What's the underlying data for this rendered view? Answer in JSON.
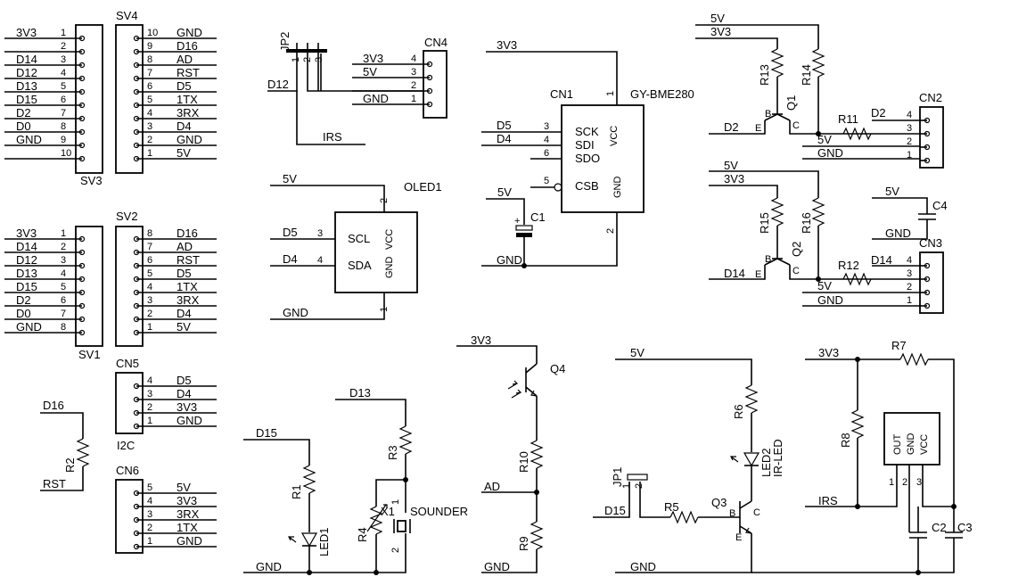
{
  "nets": {
    "v33": "3V3",
    "v5": "5V",
    "gnd": "GND",
    "rst": "RST",
    "ad": "AD",
    "irs": "IRS",
    "d0": "D0",
    "d2": "D2",
    "d4": "D4",
    "d5": "D5",
    "d12": "D12",
    "d13": "D13",
    "d14": "D14",
    "d15": "D15",
    "d16": "D16",
    "tx": "1TX",
    "rx": "3RX"
  },
  "sv3": {
    "name": "SV3",
    "pins": [
      "1",
      "2",
      "3",
      "4",
      "5",
      "6",
      "7",
      "8",
      "9",
      "10"
    ],
    "nets": [
      "3V3",
      "",
      "D14",
      "D12",
      "D13",
      "D15",
      "D2",
      "D0",
      "GND",
      ""
    ]
  },
  "sv4": {
    "name": "SV4",
    "pins": [
      "10",
      "9",
      "8",
      "7",
      "6",
      "5",
      "4",
      "3",
      "2",
      "1"
    ],
    "nets": [
      "GND",
      "D16",
      "AD",
      "RST",
      "D5",
      "1TX",
      "3RX",
      "D4",
      "GND",
      "5V"
    ]
  },
  "sv1": {
    "name": "SV1",
    "pins": [
      "1",
      "2",
      "3",
      "4",
      "5",
      "6",
      "7",
      "8"
    ],
    "nets": [
      "3V3",
      "D14",
      "D12",
      "D13",
      "D15",
      "D2",
      "D0",
      "GND"
    ]
  },
  "sv2": {
    "name": "SV2",
    "pins": [
      "8",
      "7",
      "6",
      "5",
      "4",
      "3",
      "2",
      "1"
    ],
    "nets": [
      "D16",
      "AD",
      "RST",
      "D5",
      "1TX",
      "3RX",
      "D4",
      "5V"
    ]
  },
  "cn5": {
    "name": "CN5",
    "sub": "I2C",
    "pins": [
      "4",
      "3",
      "2",
      "1"
    ],
    "nets": [
      "D5",
      "D4",
      "3V3",
      "GND"
    ]
  },
  "cn6": {
    "name": "CN6",
    "pins": [
      "5",
      "4",
      "3",
      "2",
      "1"
    ],
    "nets": [
      "5V",
      "3V3",
      "3RX",
      "1TX",
      "GND"
    ]
  },
  "cn4": {
    "name": "CN4",
    "pins": [
      "4",
      "3",
      "2",
      "1"
    ],
    "nets": [
      "3V3",
      "5V",
      "",
      "GND"
    ]
  },
  "jp2": {
    "name": "JP2",
    "pins": [
      "1",
      "2",
      "3"
    ]
  },
  "cn1": {
    "name": "CN1",
    "part": "GY-BME280",
    "left": [
      {
        "pin": "3",
        "func": "SCK"
      },
      {
        "pin": "4",
        "func": "SDI"
      },
      {
        "pin": "6",
        "func": "SDO"
      },
      {
        "pin": "5",
        "func": "CSB"
      }
    ],
    "vcc": "VCC",
    "gnd": "GND",
    "pin_vcc": "1",
    "pin_gnd": "2"
  },
  "c1": {
    "name": "C1",
    "plus": "+"
  },
  "oled": {
    "name": "OLED1",
    "scl": "SCL",
    "sda": "SDA",
    "vcc": "VCC",
    "gnd": "GND",
    "pin_scl": "3",
    "pin_sda": "4",
    "pin_vcc": "2",
    "pin_gnd": "1"
  },
  "cn2": {
    "name": "CN2",
    "pins": [
      "4",
      "3",
      "2",
      "1"
    ]
  },
  "cn3": {
    "name": "CN3",
    "pins": [
      "4",
      "3",
      "2",
      "1"
    ]
  },
  "c4": {
    "name": "C4"
  },
  "q1": {
    "name": "Q1",
    "b": "B",
    "c": "C",
    "e": "E"
  },
  "q2": {
    "name": "Q2",
    "b": "B",
    "c": "C",
    "e": "E"
  },
  "q3": {
    "name": "Q3",
    "b": "B",
    "c": "C",
    "e": "E"
  },
  "q4": {
    "name": "Q4"
  },
  "resistors": {
    "r1": "R1",
    "r2": "R2",
    "r3": "R3",
    "r4": "R4",
    "r5": "R5",
    "r6": "R6",
    "r7": "R7",
    "r8": "R8",
    "r9": "R9",
    "r10": "R10",
    "r11": "R11",
    "r12": "R12",
    "r13": "R13",
    "r14": "R14",
    "r15": "R15",
    "r16": "R16"
  },
  "led1": {
    "name": "LED1"
  },
  "led2": {
    "name": "LED2",
    "sub": "IR-LED"
  },
  "x1": {
    "name": "X1",
    "sub": "SOUNDER",
    "pin1": "1",
    "pin2": "2"
  },
  "jp1": {
    "name": "JP1",
    "pin1": "1",
    "pin2": "2"
  },
  "ir": {
    "out": "OUT",
    "gnd": "GND",
    "vcc": "VCC",
    "pin1": "1",
    "pin2": "2",
    "pin3": "3"
  },
  "c2": {
    "name": "C2"
  },
  "c3": {
    "name": "C3"
  }
}
